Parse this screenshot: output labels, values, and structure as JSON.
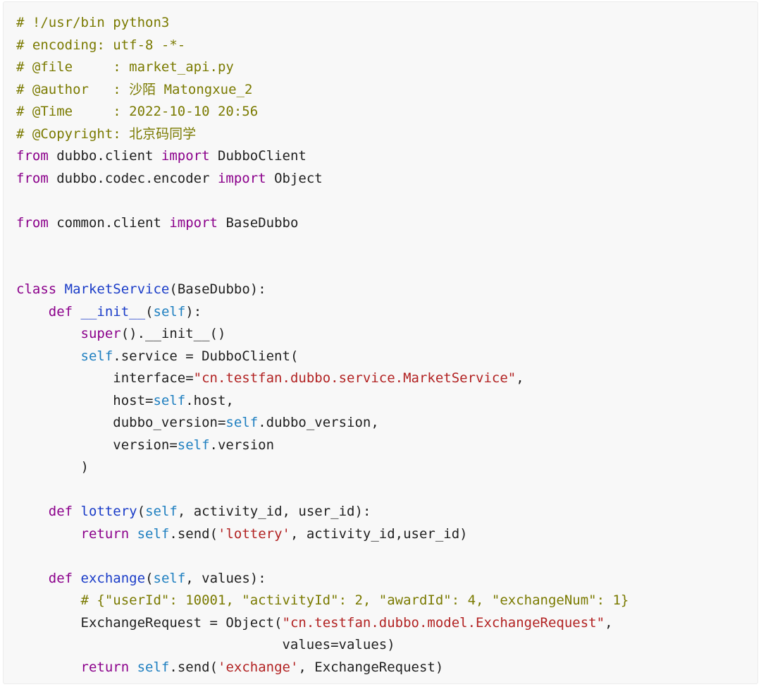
{
  "colors": {
    "background": "#f8f8f8",
    "comment": "#7a7a00",
    "keyword": "#8b008b",
    "string": "#b22222",
    "self": "#1e7fc0",
    "name": "#1a3cc8",
    "builtin": "#8b008b",
    "plain": "#1f1f1f"
  },
  "code": {
    "lines": [
      [
        {
          "t": "comment",
          "v": "# !/usr/bin python3"
        }
      ],
      [
        {
          "t": "comment",
          "v": "# encoding: utf-8 -*-"
        }
      ],
      [
        {
          "t": "comment",
          "v": "# @file     : market_api.py"
        }
      ],
      [
        {
          "t": "comment",
          "v": "# @author   : 沙陌 Matongxue_2"
        }
      ],
      [
        {
          "t": "comment",
          "v": "# @Time     : 2022-10-10 20:56"
        }
      ],
      [
        {
          "t": "comment",
          "v": "# @Copyright: 北京码同学"
        }
      ],
      [
        {
          "t": "keyword",
          "v": "from"
        },
        {
          "t": "plain",
          "v": " dubbo.client "
        },
        {
          "t": "keyword",
          "v": "import"
        },
        {
          "t": "plain",
          "v": " DubboClient"
        }
      ],
      [
        {
          "t": "keyword",
          "v": "from"
        },
        {
          "t": "plain",
          "v": " dubbo.codec.encoder "
        },
        {
          "t": "keyword",
          "v": "import"
        },
        {
          "t": "plain",
          "v": " Object"
        }
      ],
      [],
      [
        {
          "t": "keyword",
          "v": "from"
        },
        {
          "t": "plain",
          "v": " common.client "
        },
        {
          "t": "keyword",
          "v": "import"
        },
        {
          "t": "plain",
          "v": " BaseDubbo"
        }
      ],
      [],
      [],
      [
        {
          "t": "keyword",
          "v": "class"
        },
        {
          "t": "plain",
          "v": " "
        },
        {
          "t": "name",
          "v": "MarketService"
        },
        {
          "t": "plain",
          "v": "(BaseDubbo):"
        }
      ],
      [
        {
          "t": "plain",
          "v": "    "
        },
        {
          "t": "keyword",
          "v": "def"
        },
        {
          "t": "plain",
          "v": " "
        },
        {
          "t": "name",
          "v": "__init__"
        },
        {
          "t": "plain",
          "v": "("
        },
        {
          "t": "self",
          "v": "self"
        },
        {
          "t": "plain",
          "v": "):"
        }
      ],
      [
        {
          "t": "plain",
          "v": "        "
        },
        {
          "t": "builtin",
          "v": "super"
        },
        {
          "t": "plain",
          "v": "().__init__()"
        }
      ],
      [
        {
          "t": "plain",
          "v": "        "
        },
        {
          "t": "self",
          "v": "self"
        },
        {
          "t": "plain",
          "v": ".service = DubboClient("
        }
      ],
      [
        {
          "t": "plain",
          "v": "            interface="
        },
        {
          "t": "string",
          "v": "\"cn.testfan.dubbo.service.MarketService\""
        },
        {
          "t": "plain",
          "v": ","
        }
      ],
      [
        {
          "t": "plain",
          "v": "            host="
        },
        {
          "t": "self",
          "v": "self"
        },
        {
          "t": "plain",
          "v": ".host,"
        }
      ],
      [
        {
          "t": "plain",
          "v": "            dubbo_version="
        },
        {
          "t": "self",
          "v": "self"
        },
        {
          "t": "plain",
          "v": ".dubbo_version,"
        }
      ],
      [
        {
          "t": "plain",
          "v": "            version="
        },
        {
          "t": "self",
          "v": "self"
        },
        {
          "t": "plain",
          "v": ".version"
        }
      ],
      [
        {
          "t": "plain",
          "v": "        )"
        }
      ],
      [],
      [
        {
          "t": "plain",
          "v": "    "
        },
        {
          "t": "keyword",
          "v": "def"
        },
        {
          "t": "plain",
          "v": " "
        },
        {
          "t": "name",
          "v": "lottery"
        },
        {
          "t": "plain",
          "v": "("
        },
        {
          "t": "self",
          "v": "self"
        },
        {
          "t": "plain",
          "v": ", activity_id, user_id):"
        }
      ],
      [
        {
          "t": "plain",
          "v": "        "
        },
        {
          "t": "keyword",
          "v": "return"
        },
        {
          "t": "plain",
          "v": " "
        },
        {
          "t": "self",
          "v": "self"
        },
        {
          "t": "plain",
          "v": ".send("
        },
        {
          "t": "string",
          "v": "'lottery'"
        },
        {
          "t": "plain",
          "v": ", activity_id,user_id)"
        }
      ],
      [],
      [
        {
          "t": "plain",
          "v": "    "
        },
        {
          "t": "keyword",
          "v": "def"
        },
        {
          "t": "plain",
          "v": " "
        },
        {
          "t": "name",
          "v": "exchange"
        },
        {
          "t": "plain",
          "v": "("
        },
        {
          "t": "self",
          "v": "self"
        },
        {
          "t": "plain",
          "v": ", values):"
        }
      ],
      [
        {
          "t": "plain",
          "v": "        "
        },
        {
          "t": "comment",
          "v": "# {\"userId\": 10001, \"activityId\": 2, \"awardId\": 4, \"exchangeNum\": 1}"
        }
      ],
      [
        {
          "t": "plain",
          "v": "        ExchangeRequest = Object("
        },
        {
          "t": "string",
          "v": "\"cn.testfan.dubbo.model.ExchangeRequest\""
        },
        {
          "t": "plain",
          "v": ","
        }
      ],
      [
        {
          "t": "plain",
          "v": "                                 values=values)"
        }
      ],
      [
        {
          "t": "plain",
          "v": "        "
        },
        {
          "t": "keyword",
          "v": "return"
        },
        {
          "t": "plain",
          "v": " "
        },
        {
          "t": "self",
          "v": "self"
        },
        {
          "t": "plain",
          "v": ".send("
        },
        {
          "t": "string",
          "v": "'exchange'"
        },
        {
          "t": "plain",
          "v": ", ExchangeRequest)"
        }
      ]
    ]
  }
}
